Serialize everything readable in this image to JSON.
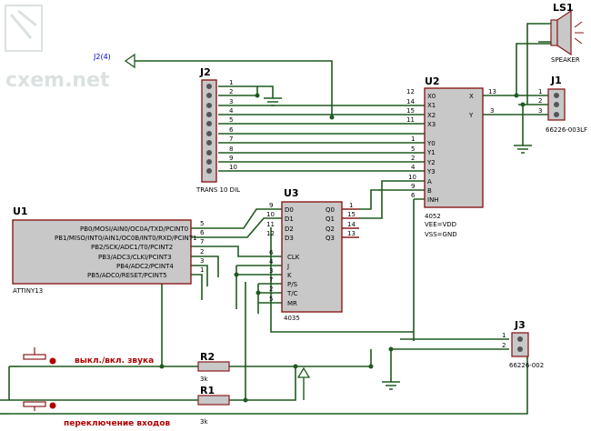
{
  "watermark": "cxem.net",
  "net_label": "J2(4)",
  "ls1": {
    "ref": "LS1",
    "name": "SPEAKER"
  },
  "j1": {
    "ref": "J1",
    "name": "66226-003LF",
    "pins": [
      "1",
      "2",
      "3"
    ]
  },
  "j2": {
    "ref": "J2",
    "name": "TRANS 10 DIL",
    "pins": [
      "1",
      "2",
      "3",
      "4",
      "5",
      "6",
      "7",
      "8",
      "9",
      "10"
    ]
  },
  "j3": {
    "ref": "J3",
    "name": "66226-002",
    "pins": [
      "1",
      "2"
    ]
  },
  "u1": {
    "ref": "U1",
    "name": "ATTINY13",
    "pins": [
      "PB0/MOSI/AIN0/OC0A/TXD/PCINT0",
      "PB1/MISO/INT0/AIN1/OC0B/INT0/RXD/PCINT1",
      "PB2/SCK/ADC1/T0/PCINT2",
      "PB3/ADC3/CLKI/PCINT3",
      "PB4/ADC2/PCINT4",
      "PB5/ADC0/RESET/PCINT5"
    ],
    "nums": [
      "5",
      "6",
      "7",
      "2",
      "3",
      "1"
    ]
  },
  "u2": {
    "ref": "U2",
    "name": "4052",
    "left": [
      "X0",
      "X1",
      "X2",
      "X3",
      "Y0",
      "Y1",
      "Y2",
      "Y3",
      "A",
      "B",
      "INH"
    ],
    "lnums": [
      "12",
      "14",
      "15",
      "11",
      "1",
      "5",
      "2",
      "4",
      "10",
      "9",
      "6"
    ],
    "right": [
      "X",
      "Y"
    ],
    "rnums": [
      "13",
      "3"
    ],
    "note1": "VEE=VDD",
    "note2": "VSS=GND"
  },
  "u3": {
    "ref": "U3",
    "name": "4035",
    "left": [
      "D0",
      "D1",
      "D2",
      "D3",
      "CLK",
      "J",
      "K",
      "P/S",
      "T/C",
      "MR"
    ],
    "lnums": [
      "9",
      "10",
      "11",
      "12",
      "6",
      "4",
      "3",
      "7",
      "2",
      "5"
    ],
    "right": [
      "Q0",
      "Q1",
      "Q2",
      "Q3"
    ],
    "rnums": [
      "1",
      "15",
      "14",
      "13"
    ]
  },
  "r1": {
    "ref": "R1",
    "value": "3k"
  },
  "r2": {
    "ref": "R2",
    "value": "3k"
  },
  "sw1_label": "выкл./вкл. звука",
  "sw2_label": "переключение входов"
}
